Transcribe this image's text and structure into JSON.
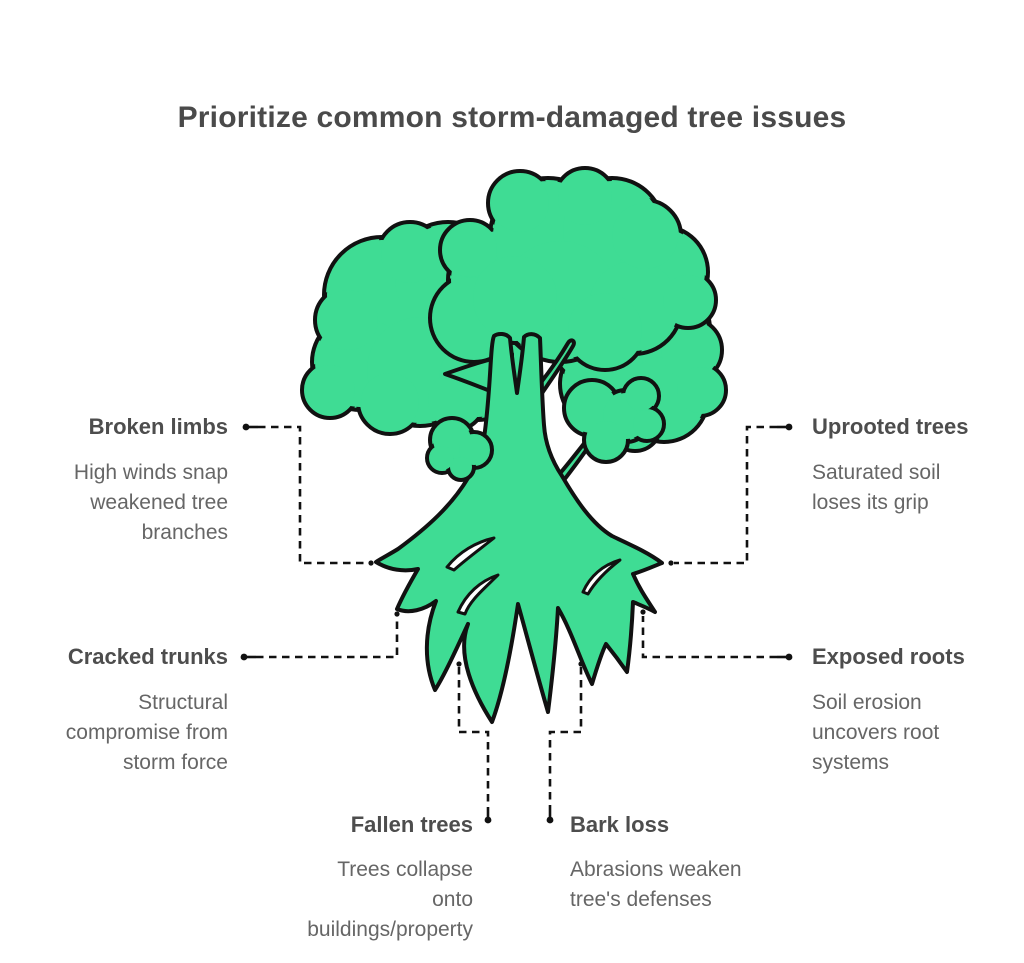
{
  "title": "Prioritize common storm-damaged tree issues",
  "colors": {
    "background": "#ffffff",
    "tree_green": "#3fdc94",
    "outline": "#111111",
    "title_text": "#4a4a4a",
    "label_text": "#4d4d4d",
    "body_text": "#666666"
  },
  "illustration": {
    "name": "storm-damaged-tree",
    "description": "Cartoon tree with green cloud-like canopy and exposed spreading roots, outlined in black, with dashed connector lines to each issue"
  },
  "issues": [
    {
      "id": "broken-limbs",
      "label": "Broken limbs",
      "description": "High winds snap weakened tree branches",
      "position": "left-top"
    },
    {
      "id": "uprooted-trees",
      "label": "Uprooted trees",
      "description": "Saturated soil loses its grip",
      "position": "right-top"
    },
    {
      "id": "cracked-trunks",
      "label": "Cracked trunks",
      "description": "Structural compromise from storm force",
      "position": "left-middle"
    },
    {
      "id": "exposed-roots",
      "label": "Exposed roots",
      "description": "Soil erosion uncovers root systems",
      "position": "right-middle"
    },
    {
      "id": "fallen-trees",
      "label": "Fallen trees",
      "description": "Trees collapse onto buildings/property",
      "position": "bottom-left"
    },
    {
      "id": "bark-loss",
      "label": "Bark loss",
      "description": "Abrasions weaken tree's defenses",
      "position": "bottom-right"
    }
  ]
}
